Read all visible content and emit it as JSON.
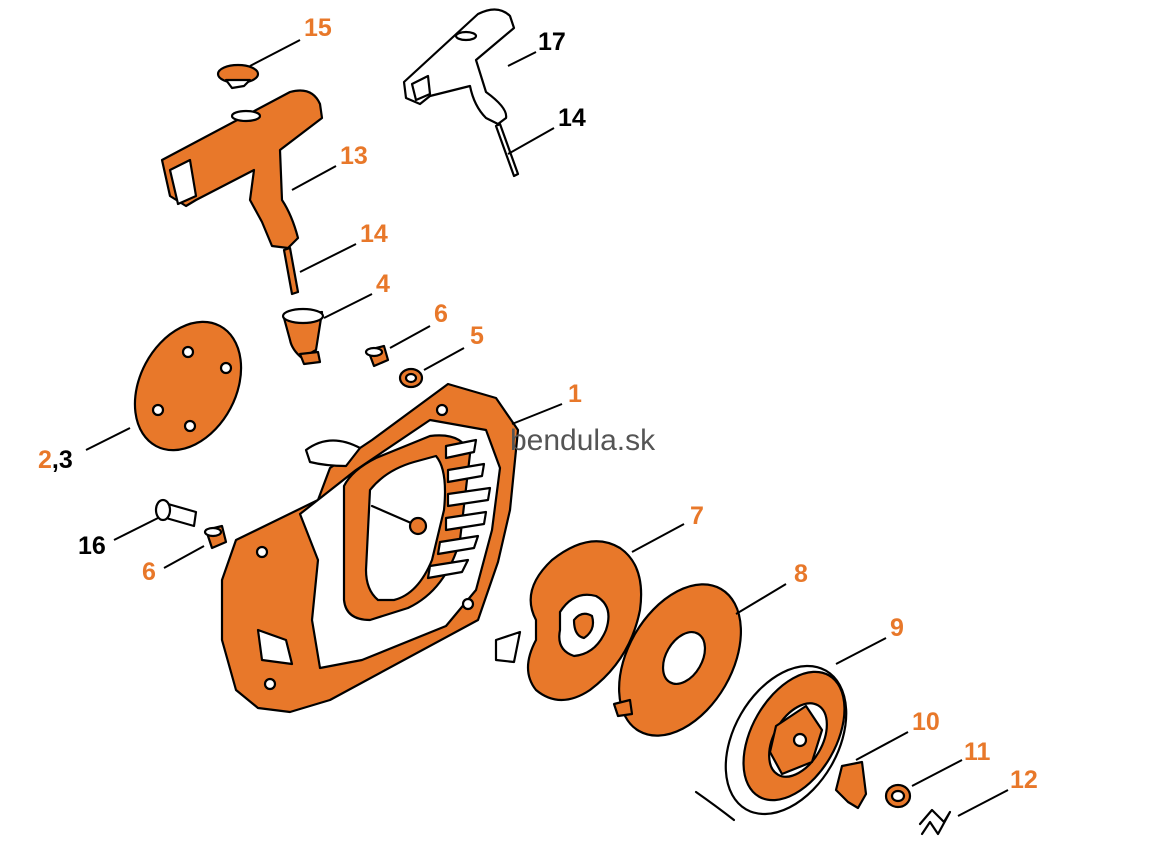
{
  "watermark": "bendula.sk",
  "colors": {
    "part_orange": "#e8782a",
    "outline": "#000000",
    "label_orange": "#e8782a",
    "label_black": "#000000"
  },
  "labels": {
    "l1": "1",
    "l23_a": "2",
    "l23_b": ",3",
    "l4": "4",
    "l5": "5",
    "l6a": "6",
    "l6b": "6",
    "l7": "7",
    "l8": "8",
    "l9": "9",
    "l10": "10",
    "l11": "11",
    "l12": "12",
    "l13": "13",
    "l14a": "14",
    "l14b": "14",
    "l15": "15",
    "l16": "16",
    "l17": "17"
  }
}
